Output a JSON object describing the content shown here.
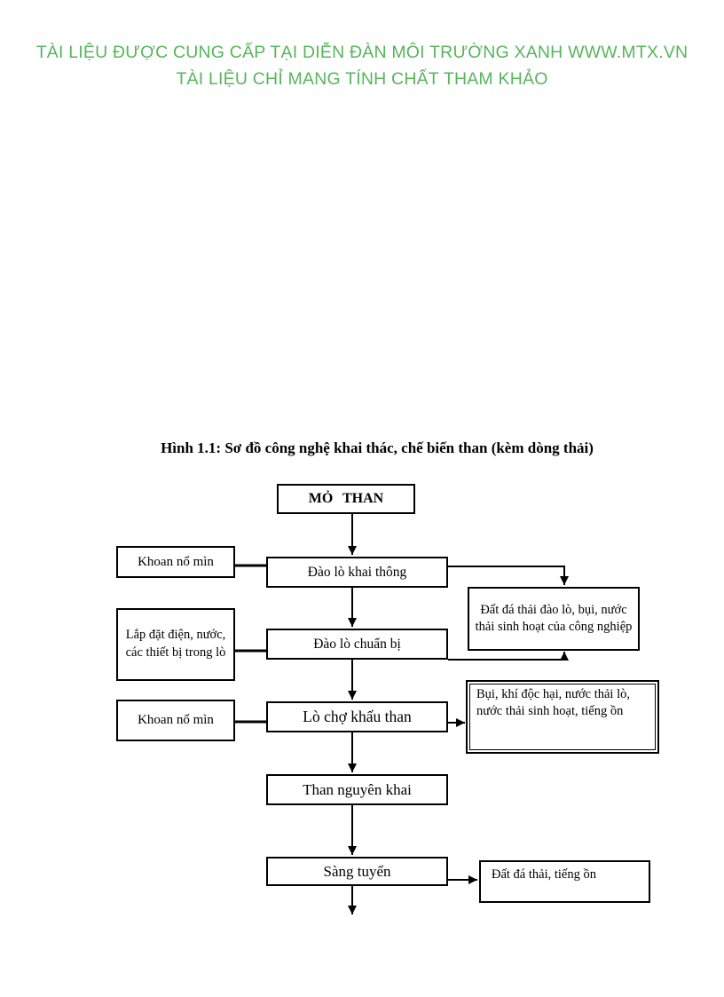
{
  "header": {
    "line1": "TÀI LIỆU ĐƯỢC CUNG CẤP TẠI DIỄN ĐÀN MÔI TRƯỜNG XANH WWW.MTX.VN",
    "line2": "TÀI LIỆU CHỈ MANG TÍNH CHẤT THAM KHẢO",
    "text_color": "#58b55c"
  },
  "figure_title": "Hình 1.1: Sơ đồ công nghệ khai thác, chế biến than (kèm dòng thải)",
  "flowchart": {
    "nodes": {
      "mo_than": {
        "label": "MỎ  THAN"
      },
      "khoan_no_min_1": {
        "label": "Khoan nổ mìn"
      },
      "dao_lo_khai_thong": {
        "label": "Đào lò khai thông"
      },
      "dat_da_thai_dao_lo": {
        "label": "Đất đá thải đào lò, bụi, nước thải sinh hoạt của công nghiệp"
      },
      "lap_dat_dien_nuoc": {
        "label": "Lắp đặt điện, nước, các thiết bị trong lò"
      },
      "dao_lo_chuan_bi": {
        "label": "Đào lò chuẩn bị"
      },
      "khoan_no_min_2": {
        "label": "Khoan nổ mìn"
      },
      "lo_cho_khau_than": {
        "label": "Lò chợ khấu than"
      },
      "bui_khi_doc_hai": {
        "label": "Bụi, khí độc hại, nước thải lò, nước thải sinh hoạt, tiếng ồn"
      },
      "than_nguyen_khai": {
        "label": "Than nguyên khai"
      },
      "sang_tuyen": {
        "label": "Sàng tuyển"
      },
      "dat_da_thai_tieng_on": {
        "label": "Đất đá thải, tiếng ồn"
      }
    },
    "line_color": "#000000"
  }
}
